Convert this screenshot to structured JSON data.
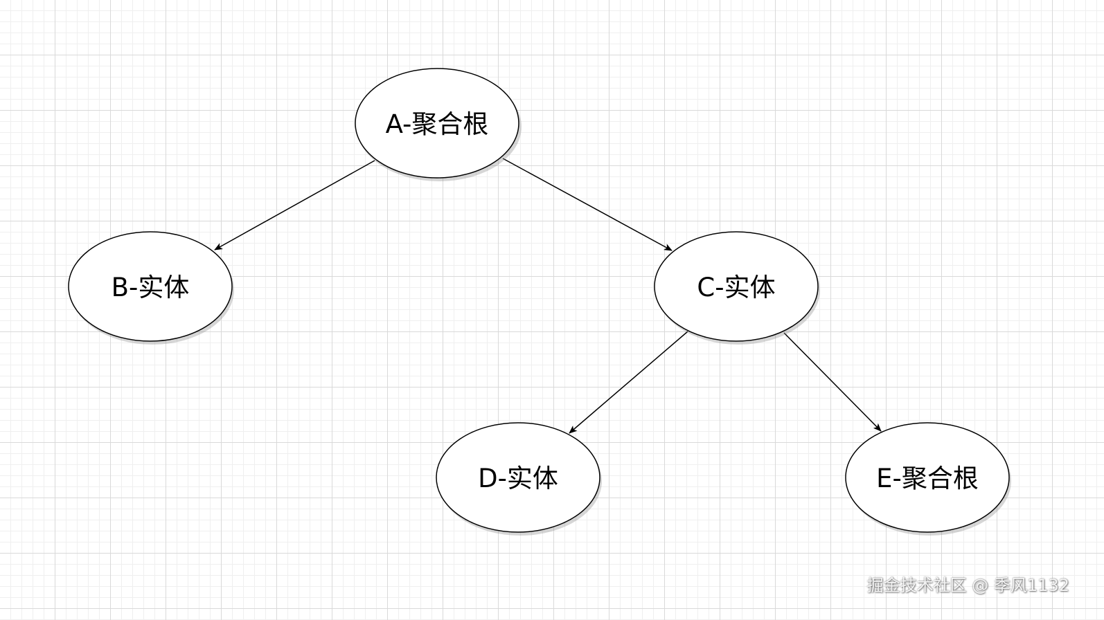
{
  "diagram": {
    "nodes": [
      {
        "id": "a",
        "label": "A-聚合根"
      },
      {
        "id": "b",
        "label": "B-实体"
      },
      {
        "id": "c",
        "label": "C-实体"
      },
      {
        "id": "d",
        "label": "D-实体"
      },
      {
        "id": "e",
        "label": "E-聚合根"
      }
    ],
    "edges": [
      {
        "from": "a",
        "to": "b"
      },
      {
        "from": "a",
        "to": "c"
      },
      {
        "from": "c",
        "to": "d"
      },
      {
        "from": "c",
        "to": "e"
      }
    ],
    "colors": {
      "grid_major": "#d9d9d9",
      "grid_minor": "#efefef",
      "stroke": "#000000",
      "fill": "#ffffff"
    }
  },
  "watermark": {
    "text": "掘金技术社区 @ 季风1132"
  }
}
